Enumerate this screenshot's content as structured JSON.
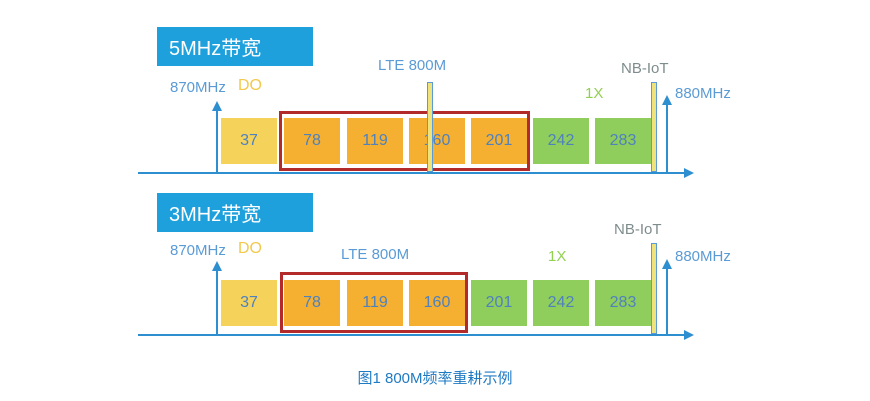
{
  "diagram_5mhz": {
    "title": "5MHz带宽",
    "freq_low": "870MHz",
    "freq_high": "880MHz",
    "do_label": "DO",
    "lte_label": "LTE 800M",
    "onex_label": "1X",
    "nbiot_label": "NB-IoT",
    "channels": [
      "37",
      "78",
      "119",
      "160",
      "201",
      "242",
      "283"
    ]
  },
  "diagram_3mhz": {
    "title": "3MHz带宽",
    "freq_low": "870MHz",
    "freq_high": "880MHz",
    "do_label": "DO",
    "lte_label": "LTE 800M",
    "onex_label": "1X",
    "nbiot_label": "NB-IoT",
    "channels": [
      "37",
      "78",
      "119",
      "160",
      "201",
      "242",
      "283"
    ]
  },
  "caption": "图1  800M频率重耕示例",
  "colors": {
    "banner": "#1ea0dc",
    "do_block": "#f5d35b",
    "lte_block": "#f5b031",
    "onex_block": "#8fce5c",
    "highlight_box": "#b22a2a",
    "axis": "#2e8fd0"
  }
}
